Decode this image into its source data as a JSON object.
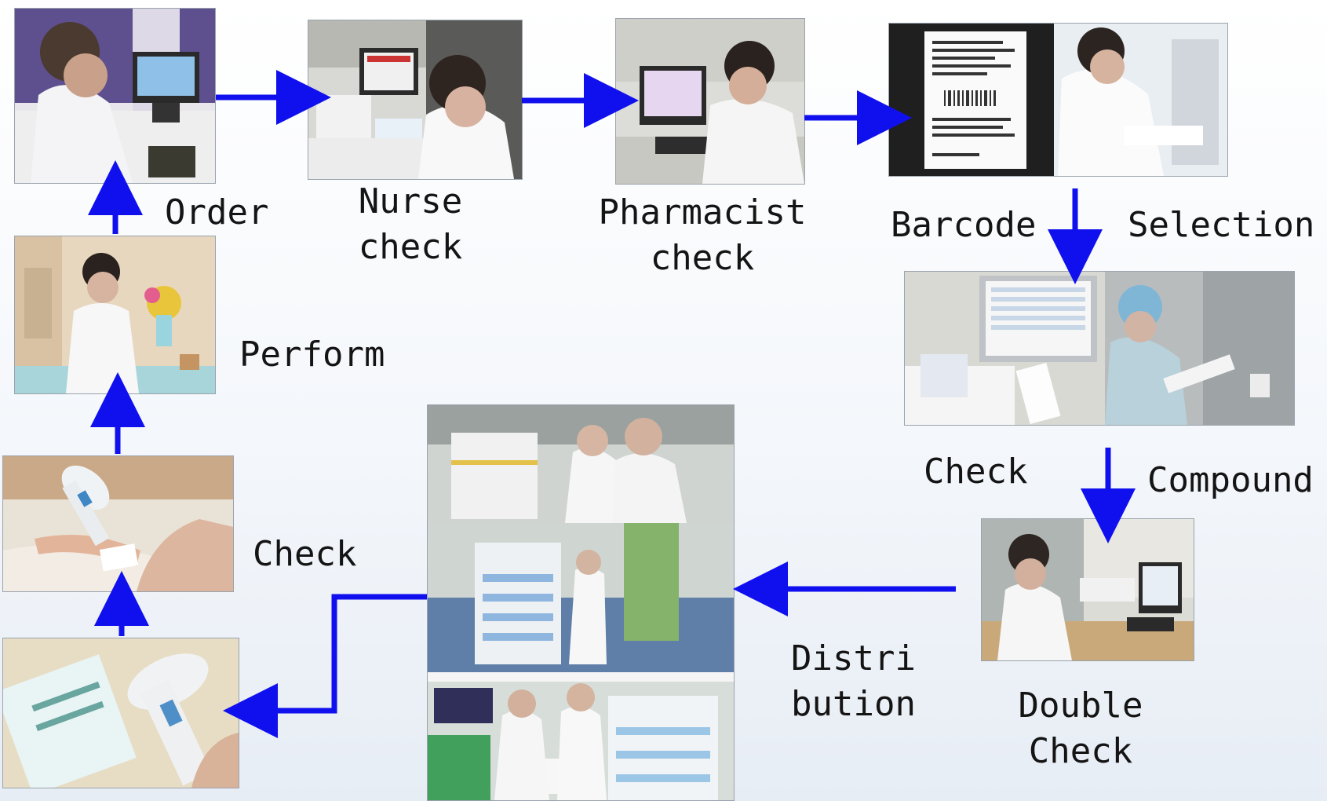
{
  "diagram": {
    "arrow_color": "#1010ee",
    "steps": {
      "order": "Order",
      "nurse_check": [
        "Nurse",
        "check"
      ],
      "pharmacist_check": [
        "Pharmacist",
        "check"
      ],
      "barcode": "Barcode",
      "selection": "Selection",
      "check_right": "Check",
      "compound": "Compound",
      "double_check": [
        "Double",
        "Check"
      ],
      "distribution": [
        "Distri",
        "bution"
      ],
      "check_left": "Check",
      "perform": "Perform"
    }
  }
}
